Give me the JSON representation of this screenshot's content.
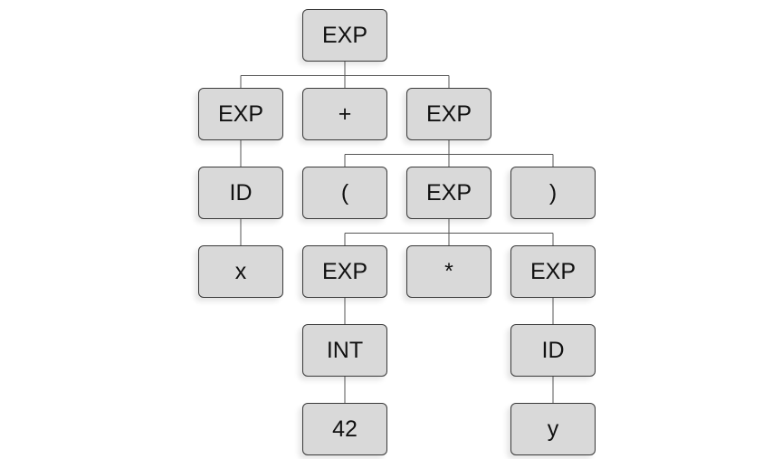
{
  "diagram": {
    "type": "parse-tree",
    "nodes": [
      {
        "id": "n0",
        "label": "EXP"
      },
      {
        "id": "n1",
        "label": "EXP"
      },
      {
        "id": "n2",
        "label": "+"
      },
      {
        "id": "n3",
        "label": "EXP"
      },
      {
        "id": "n4",
        "label": "ID"
      },
      {
        "id": "n5",
        "label": "("
      },
      {
        "id": "n6",
        "label": "EXP"
      },
      {
        "id": "n7",
        "label": ")"
      },
      {
        "id": "n8",
        "label": "x"
      },
      {
        "id": "n9",
        "label": "EXP"
      },
      {
        "id": "n10",
        "label": "*"
      },
      {
        "id": "n11",
        "label": "EXP"
      },
      {
        "id": "n12",
        "label": "INT"
      },
      {
        "id": "n13",
        "label": "ID"
      },
      {
        "id": "n14",
        "label": "42"
      },
      {
        "id": "n15",
        "label": "y"
      }
    ],
    "edges": [
      {
        "from": "n0",
        "to": [
          "n1",
          "n2",
          "n3"
        ]
      },
      {
        "from": "n1",
        "to": [
          "n4"
        ]
      },
      {
        "from": "n4",
        "to": [
          "n8"
        ]
      },
      {
        "from": "n3",
        "to": [
          "n5",
          "n6",
          "n7"
        ]
      },
      {
        "from": "n6",
        "to": [
          "n9",
          "n10",
          "n11"
        ]
      },
      {
        "from": "n9",
        "to": [
          "n12"
        ]
      },
      {
        "from": "n12",
        "to": [
          "n14"
        ]
      },
      {
        "from": "n11",
        "to": [
          "n13"
        ]
      },
      {
        "from": "n13",
        "to": [
          "n15"
        ]
      }
    ],
    "colors": {
      "node_fill": "#d9d9d9",
      "node_border": "#3a3a3a",
      "connector": "#555555",
      "text": "#111111"
    }
  }
}
